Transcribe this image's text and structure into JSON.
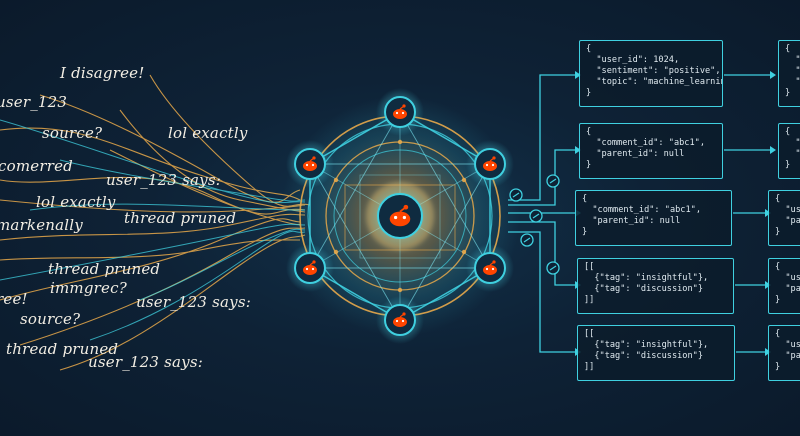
{
  "left_phrases": [
    "I disagree!",
    "user_123",
    "source?",
    "lol exactly",
    "comerred",
    "user_123 says:",
    "lol exactly",
    "thread pruned",
    "markenally",
    "thread pruned",
    "immgrec?",
    "ree!",
    "user_123 says:",
    "source?",
    "thread pruned",
    "user_123 says:"
  ],
  "json_boxes": [
    "{\n  \"user_id\": 1024,\n  \"sentiment\": \"positive\",\n  \"topic\": \"machine_learning\"\n}",
    "{\n  \"comment_id\": \"abc1\",\n  \"parent_id\": null\n}",
    "{\n  \"comment_id\": \"abc1\",\n  \"parent_id\": null\n}",
    "[[\n  {\"tag\": \"insightful\"},\n  {\"tag\": \"discussion\"}\n]]",
    "[[\n  {\"tag\": \"insightful\"},\n  {\"tag\": \"discussion\"}\n]]"
  ],
  "partial_boxes": [
    "{\n  \"i\n  \"s\n  \"t\n}",
    "{\n  \"\n  \"\n}",
    "{\n  \"us\n  \"pa\n}",
    "{\n  \"us\n  \"pa\n}",
    "{\n  \"us\n  \"pa\n}"
  ],
  "colors": {
    "background": "#0d1e30",
    "cyan": "#3fd0e0",
    "gold": "#e8a94a",
    "logo_orange": "#ff4500",
    "text": "#f2eee4"
  },
  "icons": [
    "reddit-logo-icon",
    "link-icon"
  ]
}
